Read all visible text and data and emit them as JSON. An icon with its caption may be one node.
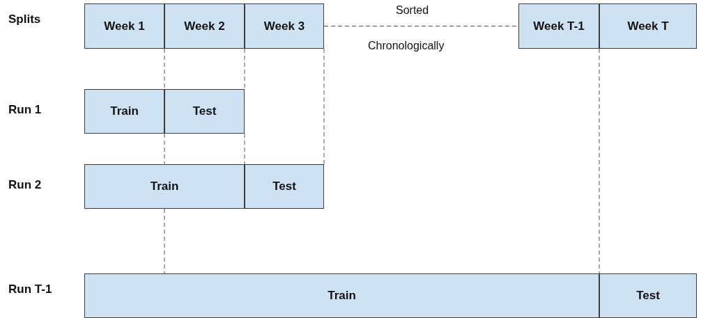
{
  "diagram": {
    "nodes": [
      {
        "text": [
          "Week 1"
        ]
      },
      {
        "text": [
          "Week 2"
        ]
      },
      {
        "text": [
          "Week 3"
        ]
      },
      {
        "text": [
          "Week T-1"
        ]
      },
      {
        "text": [
          "Week T"
        ]
      },
      {
        "text": [
          "Train"
        ]
      },
      {
        "text": [
          "Test"
        ]
      },
      {
        "text": [
          "Train"
        ]
      },
      {
        "text": [
          "Test"
        ]
      },
      {
        "text": [
          "Train"
        ]
      },
      {
        "text": [
          "Test"
        ]
      }
    ],
    "edges": [
      {
        "from": 2,
        "to": 3,
        "arrow": "none",
        "style": "dashed"
      }
    ],
    "labels": [
      "Splits",
      "Sorted",
      "Chronologically",
      "Run 1",
      "Run 2",
      "Run T-1"
    ]
  }
}
